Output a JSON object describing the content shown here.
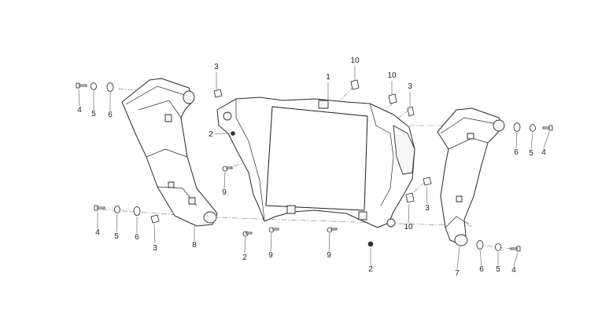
{
  "callouts": [
    {
      "id": "c1",
      "text": "1"
    },
    {
      "id": "c2a",
      "text": "2"
    },
    {
      "id": "c2b",
      "text": "2"
    },
    {
      "id": "c2c",
      "text": "2"
    },
    {
      "id": "c3a",
      "text": "3"
    },
    {
      "id": "c3b",
      "text": "3"
    },
    {
      "id": "c3c",
      "text": "3"
    },
    {
      "id": "c3d",
      "text": "3"
    },
    {
      "id": "c4a",
      "text": "4"
    },
    {
      "id": "c4b",
      "text": "4"
    },
    {
      "id": "c4c",
      "text": "4"
    },
    {
      "id": "c4d",
      "text": "4"
    },
    {
      "id": "c5a",
      "text": "5"
    },
    {
      "id": "c5b",
      "text": "5"
    },
    {
      "id": "c5c",
      "text": "5"
    },
    {
      "id": "c5d",
      "text": "5"
    },
    {
      "id": "c6a",
      "text": "6"
    },
    {
      "id": "c6b",
      "text": "6"
    },
    {
      "id": "c6c",
      "text": "6"
    },
    {
      "id": "c6d",
      "text": "6"
    },
    {
      "id": "c7",
      "text": "7"
    },
    {
      "id": "c8",
      "text": "8"
    },
    {
      "id": "c9a",
      "text": "9"
    },
    {
      "id": "c9b",
      "text": "9"
    },
    {
      "id": "c9c",
      "text": "9"
    },
    {
      "id": "c10a",
      "text": "10"
    },
    {
      "id": "c10b",
      "text": "10"
    },
    {
      "id": "c10c",
      "text": "10"
    }
  ]
}
